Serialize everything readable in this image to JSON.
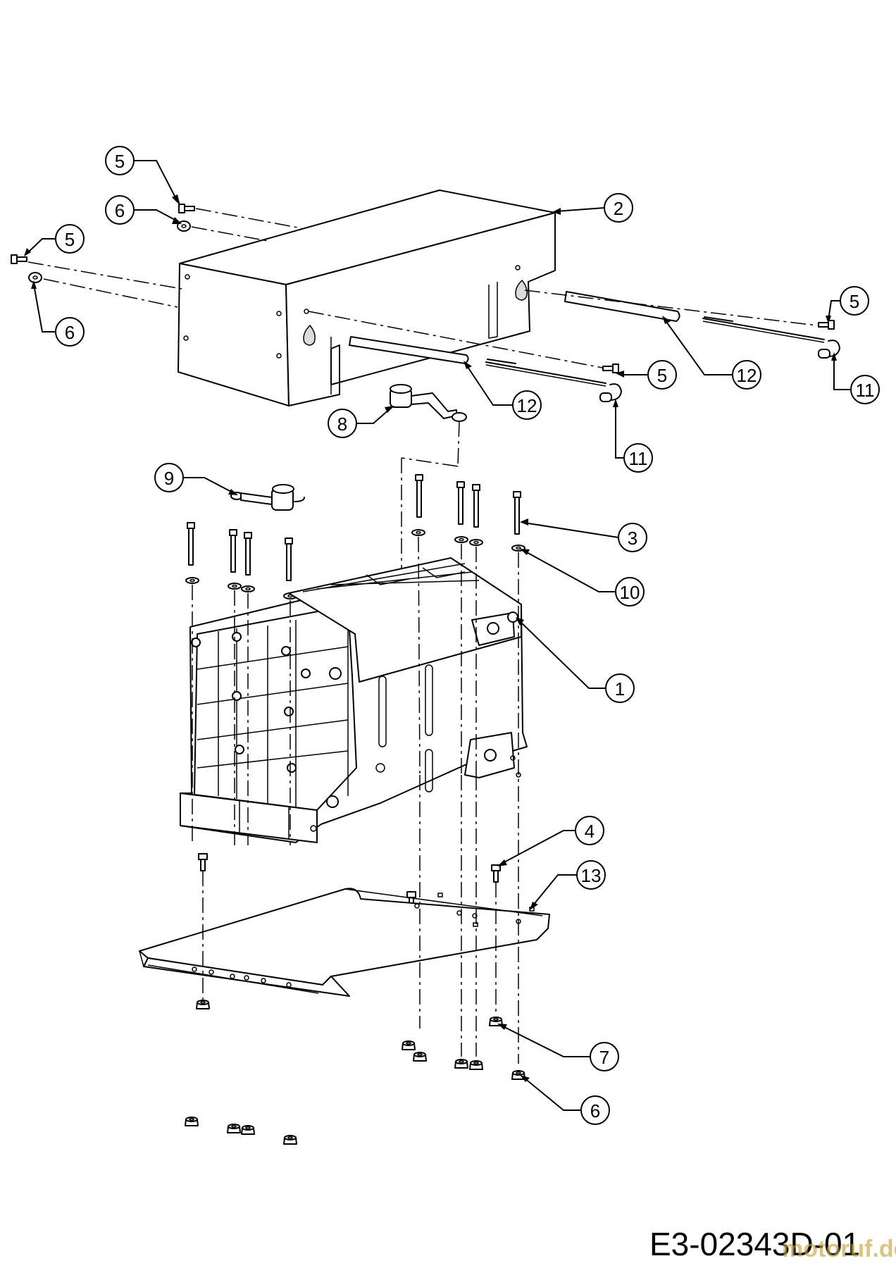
{
  "diagram": {
    "reference_code": "E3-02343D-01",
    "watermark": "motoruf.de",
    "callouts": [
      {
        "id": "c1",
        "label": "1"
      },
      {
        "id": "c2",
        "label": "2"
      },
      {
        "id": "c3",
        "label": "3"
      },
      {
        "id": "c4",
        "label": "4"
      },
      {
        "id": "c5a",
        "label": "5"
      },
      {
        "id": "c5b",
        "label": "5"
      },
      {
        "id": "c5c",
        "label": "5"
      },
      {
        "id": "c5d",
        "label": "5"
      },
      {
        "id": "c6a",
        "label": "6"
      },
      {
        "id": "c6b",
        "label": "6"
      },
      {
        "id": "c6c",
        "label": "6"
      },
      {
        "id": "c7",
        "label": "7"
      },
      {
        "id": "c8",
        "label": "8"
      },
      {
        "id": "c9",
        "label": "9"
      },
      {
        "id": "c10",
        "label": "10"
      },
      {
        "id": "c11a",
        "label": "11"
      },
      {
        "id": "c11b",
        "label": "11"
      },
      {
        "id": "c12a",
        "label": "12"
      },
      {
        "id": "c12b",
        "label": "12"
      },
      {
        "id": "c13",
        "label": "13"
      }
    ]
  }
}
